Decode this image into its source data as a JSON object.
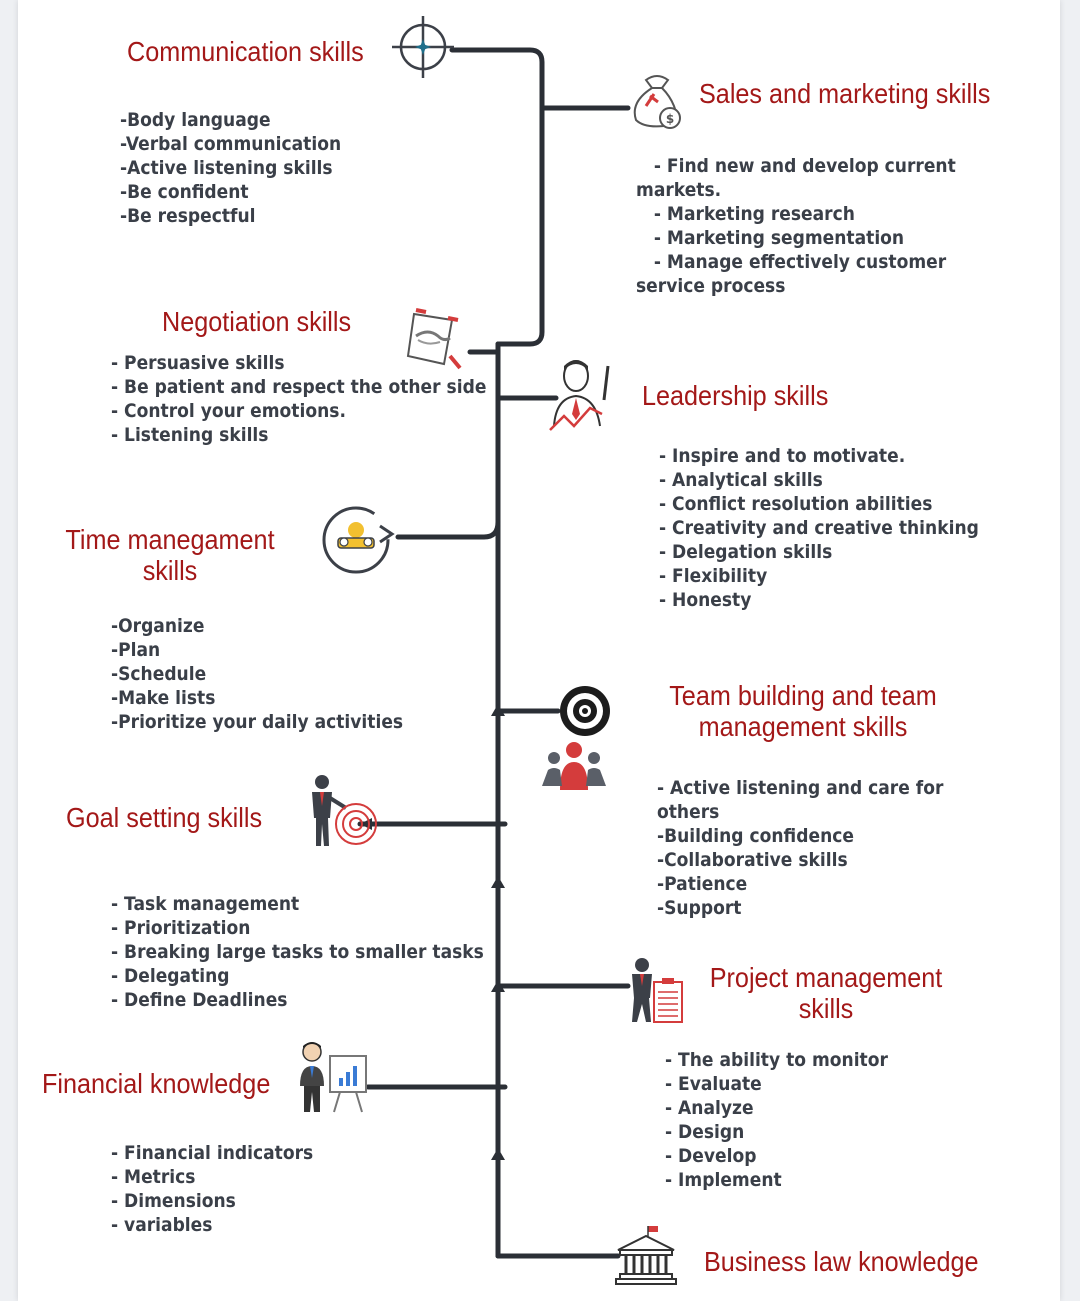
{
  "colors": {
    "title": "#a31818",
    "text": "#3a3f48",
    "line": "#2b2f36",
    "accent_red": "#d43c3c",
    "icon_dark": "#3c4048"
  },
  "sections": {
    "communication": {
      "title": "Communication skills",
      "icon": "crosshair-icon",
      "items": [
        "-Body language",
        "-Verbal communication",
        "-Active listening skills",
        "-Be confident",
        "-Be respectful"
      ]
    },
    "sales": {
      "title": "Sales and marketing skills",
      "icon": "money-bag-icon",
      "items": [
        "   - Find new and develop current markets.",
        "   - Marketing research",
        "   - Marketing segmentation",
        "   - Manage effectively customer service process"
      ]
    },
    "negotiation": {
      "title": "Negotiation skills",
      "icon": "handshake-document-icon",
      "items": [
        "- Persuasive skills",
        "- Be patient and respect the other side",
        "- Control your emotions.",
        "- Listening skills"
      ]
    },
    "leadership": {
      "title": "Leadership skills",
      "icon": "leader-person-icon",
      "items": [
        "- Inspire and to motivate.",
        "- Analytical skills",
        "- Conflict resolution abilities",
        "- Creativity and creative thinking",
        "- Delegation skills",
        "- Flexibility",
        "- Honesty"
      ]
    },
    "time": {
      "title_line1": "Time manegament",
      "title_line2": "skills",
      "icon": "time-management-icon",
      "items": [
        "-Organize",
        "-Plan",
        "-Schedule",
        "-Make lists",
        "-Prioritize your daily activities"
      ]
    },
    "team": {
      "title_line1": "Team building and team",
      "title_line2": "management skills",
      "icon": "target-icon",
      "icon2": "team-group-icon",
      "items": [
        "- Active listening and care for others",
        "-Building confidence",
        "-Collaborative skills",
        "-Patience",
        "-Support"
      ]
    },
    "goal": {
      "title": "Goal setting skills",
      "icon": "goal-target-person-icon",
      "items": [
        "- Task management",
        "- Prioritization",
        "- Breaking large tasks to smaller tasks",
        "- Delegating",
        "- Define Deadlines"
      ]
    },
    "project": {
      "title_line1": "Project management",
      "title_line2": "skills",
      "icon": "clipboard-person-icon",
      "items": [
        "- The ability to monitor",
        "- Evaluate",
        "- Analyze",
        "- Design",
        "- Develop",
        "- Implement"
      ]
    },
    "financial": {
      "title": "Financial knowledge",
      "icon": "presentation-person-icon",
      "items": [
        "- Financial indicators",
        "- Metrics",
        "- Dimensions",
        "- variables"
      ]
    },
    "law": {
      "title": "Business law knowledge",
      "icon": "courthouse-icon"
    }
  }
}
